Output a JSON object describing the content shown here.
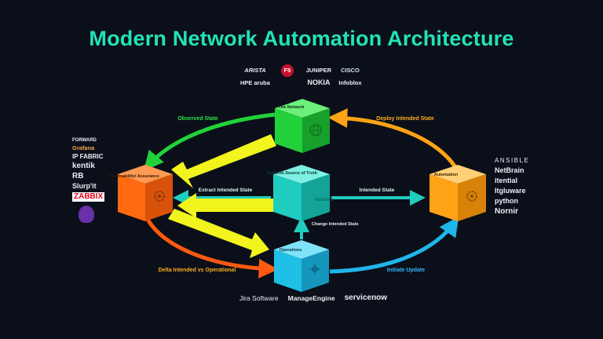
{
  "title": "Modern Network Automation Architecture",
  "nodes": {
    "network": "The Network",
    "observability": "Observability/ Assurance",
    "source_of_truth": "Network Source of Truth",
    "automation": "Automation",
    "operations": "Operations"
  },
  "flows": {
    "observed_state": "Observed State",
    "deploy_intended_state": "Deploy Intended State",
    "extract_intended_state": "Extract Intended State",
    "intended_state": "Intended State",
    "change_intended_state": "Change Intended State",
    "delta_intended": "Delta Intended vs Operational",
    "initiate_update": "Initiate Update"
  },
  "vendors": {
    "network": [
      "ARISTA",
      "JUNIPER",
      "CISCO",
      "HPE aruba",
      "F5",
      "NOKIA",
      "Infoblox"
    ],
    "observability": [
      "FORWARD",
      "Grafana",
      "IP FABRIC",
      "kentik",
      "RB",
      "Slurp'it",
      "ZABBIX"
    ],
    "automation": [
      "ANSIBLE",
      "NetBrain",
      "itential",
      "Itgluware",
      "python",
      "Nornir"
    ],
    "operations": [
      "Jira Software",
      "ManageEngine",
      "servicenow"
    ]
  },
  "colors": {
    "title": "#22e3b8",
    "network": "#22d13a",
    "observability": "#ff6a10",
    "source_of_truth": "#1fcdbf",
    "automation": "#ffa316",
    "operations": "#1fc0e8",
    "big_arrow": "#f2f51d",
    "label_green": "#2fe04a",
    "label_orange": "#ffad1f"
  }
}
